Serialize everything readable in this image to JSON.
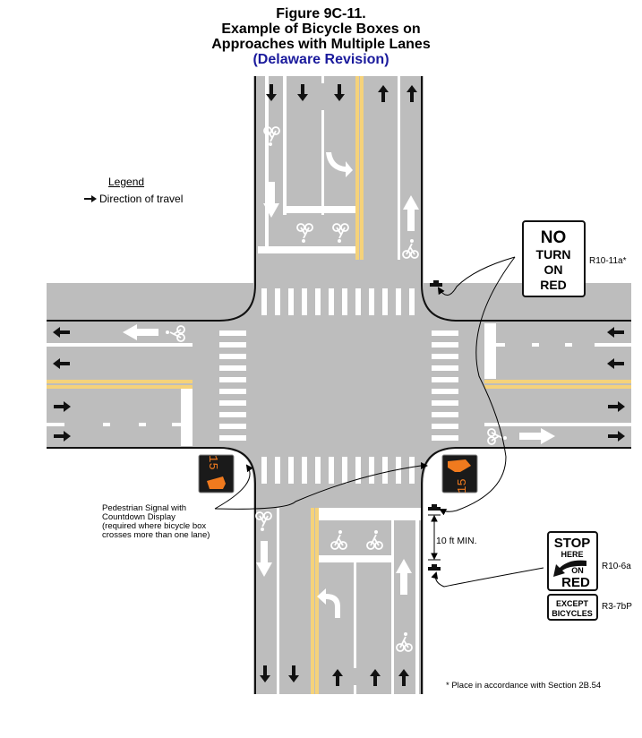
{
  "figure": {
    "number": "Figure 9C-11.",
    "title_line1": "Example of Bicycle Boxes on",
    "title_line2": "Approaches with Multiple Lanes",
    "revision": "(Delaware Revision)"
  },
  "legend": {
    "title": "Legend",
    "items": [
      {
        "icon": "arrow-right-icon",
        "label": "Direction of travel"
      }
    ]
  },
  "signs": {
    "no_turn_on_red": {
      "lines": [
        "NO",
        "TURN",
        "ON",
        "RED"
      ],
      "code": "R10-11a*"
    },
    "stop_here_on_red": {
      "lines": [
        "STOP",
        "HERE",
        "ON",
        "RED"
      ],
      "code": "R10-6a"
    },
    "except_bicycles": {
      "lines": [
        "EXCEPT",
        "BICYCLES"
      ],
      "code": "R3-7bP"
    }
  },
  "annotations": {
    "ped_signal": [
      "Pedestrian Signal with",
      "Countdown Display",
      "(required where bicycle box",
      "crosses more than one lane)"
    ],
    "distance": "10 ft MIN.",
    "footnote": "* Place in accordance with Section 2B.54",
    "countdown_value": "15"
  },
  "colors": {
    "road": "#bdbdbd",
    "yellow_line": "#f5d27a",
    "marking": "#ffffff",
    "signal_bg": "#1a1a1a",
    "signal_orange": "#f07a1e",
    "revision_blue": "#1a1a9c"
  }
}
